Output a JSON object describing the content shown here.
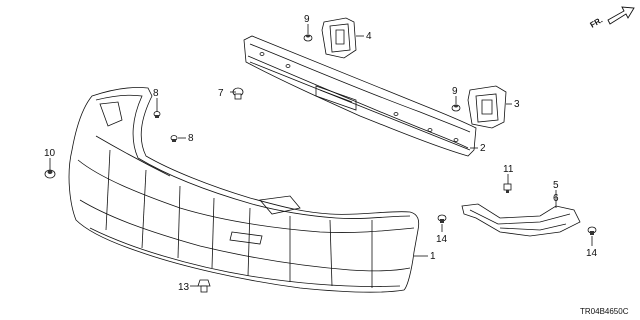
{
  "diagram": {
    "direction_label": "FR.",
    "diagram_code": "TR04B4650C",
    "callouts": [
      {
        "id": "c1",
        "label": "1",
        "part": "rear bumper face"
      },
      {
        "id": "c2",
        "label": "2",
        "part": "bumper beam"
      },
      {
        "id": "c3",
        "label": "3",
        "part": "right beam bracket"
      },
      {
        "id": "c4",
        "label": "4",
        "part": "left beam bracket"
      },
      {
        "id": "c5",
        "label": "5",
        "part": "side spacer"
      },
      {
        "id": "c6",
        "label": "6",
        "part": "side spacer"
      },
      {
        "id": "c7",
        "label": "7",
        "part": "screw"
      },
      {
        "id": "c8a",
        "label": "8",
        "part": "clip"
      },
      {
        "id": "c8b",
        "label": "8",
        "part": "clip"
      },
      {
        "id": "c9a",
        "label": "9",
        "part": "nut"
      },
      {
        "id": "c9b",
        "label": "9",
        "part": "nut"
      },
      {
        "id": "c10",
        "label": "10",
        "part": "fastener"
      },
      {
        "id": "c11",
        "label": "11",
        "part": "clip"
      },
      {
        "id": "c13",
        "label": "13",
        "part": "screw"
      },
      {
        "id": "c14a",
        "label": "14",
        "part": "clip"
      },
      {
        "id": "c14b",
        "label": "14",
        "part": "clip"
      }
    ]
  }
}
